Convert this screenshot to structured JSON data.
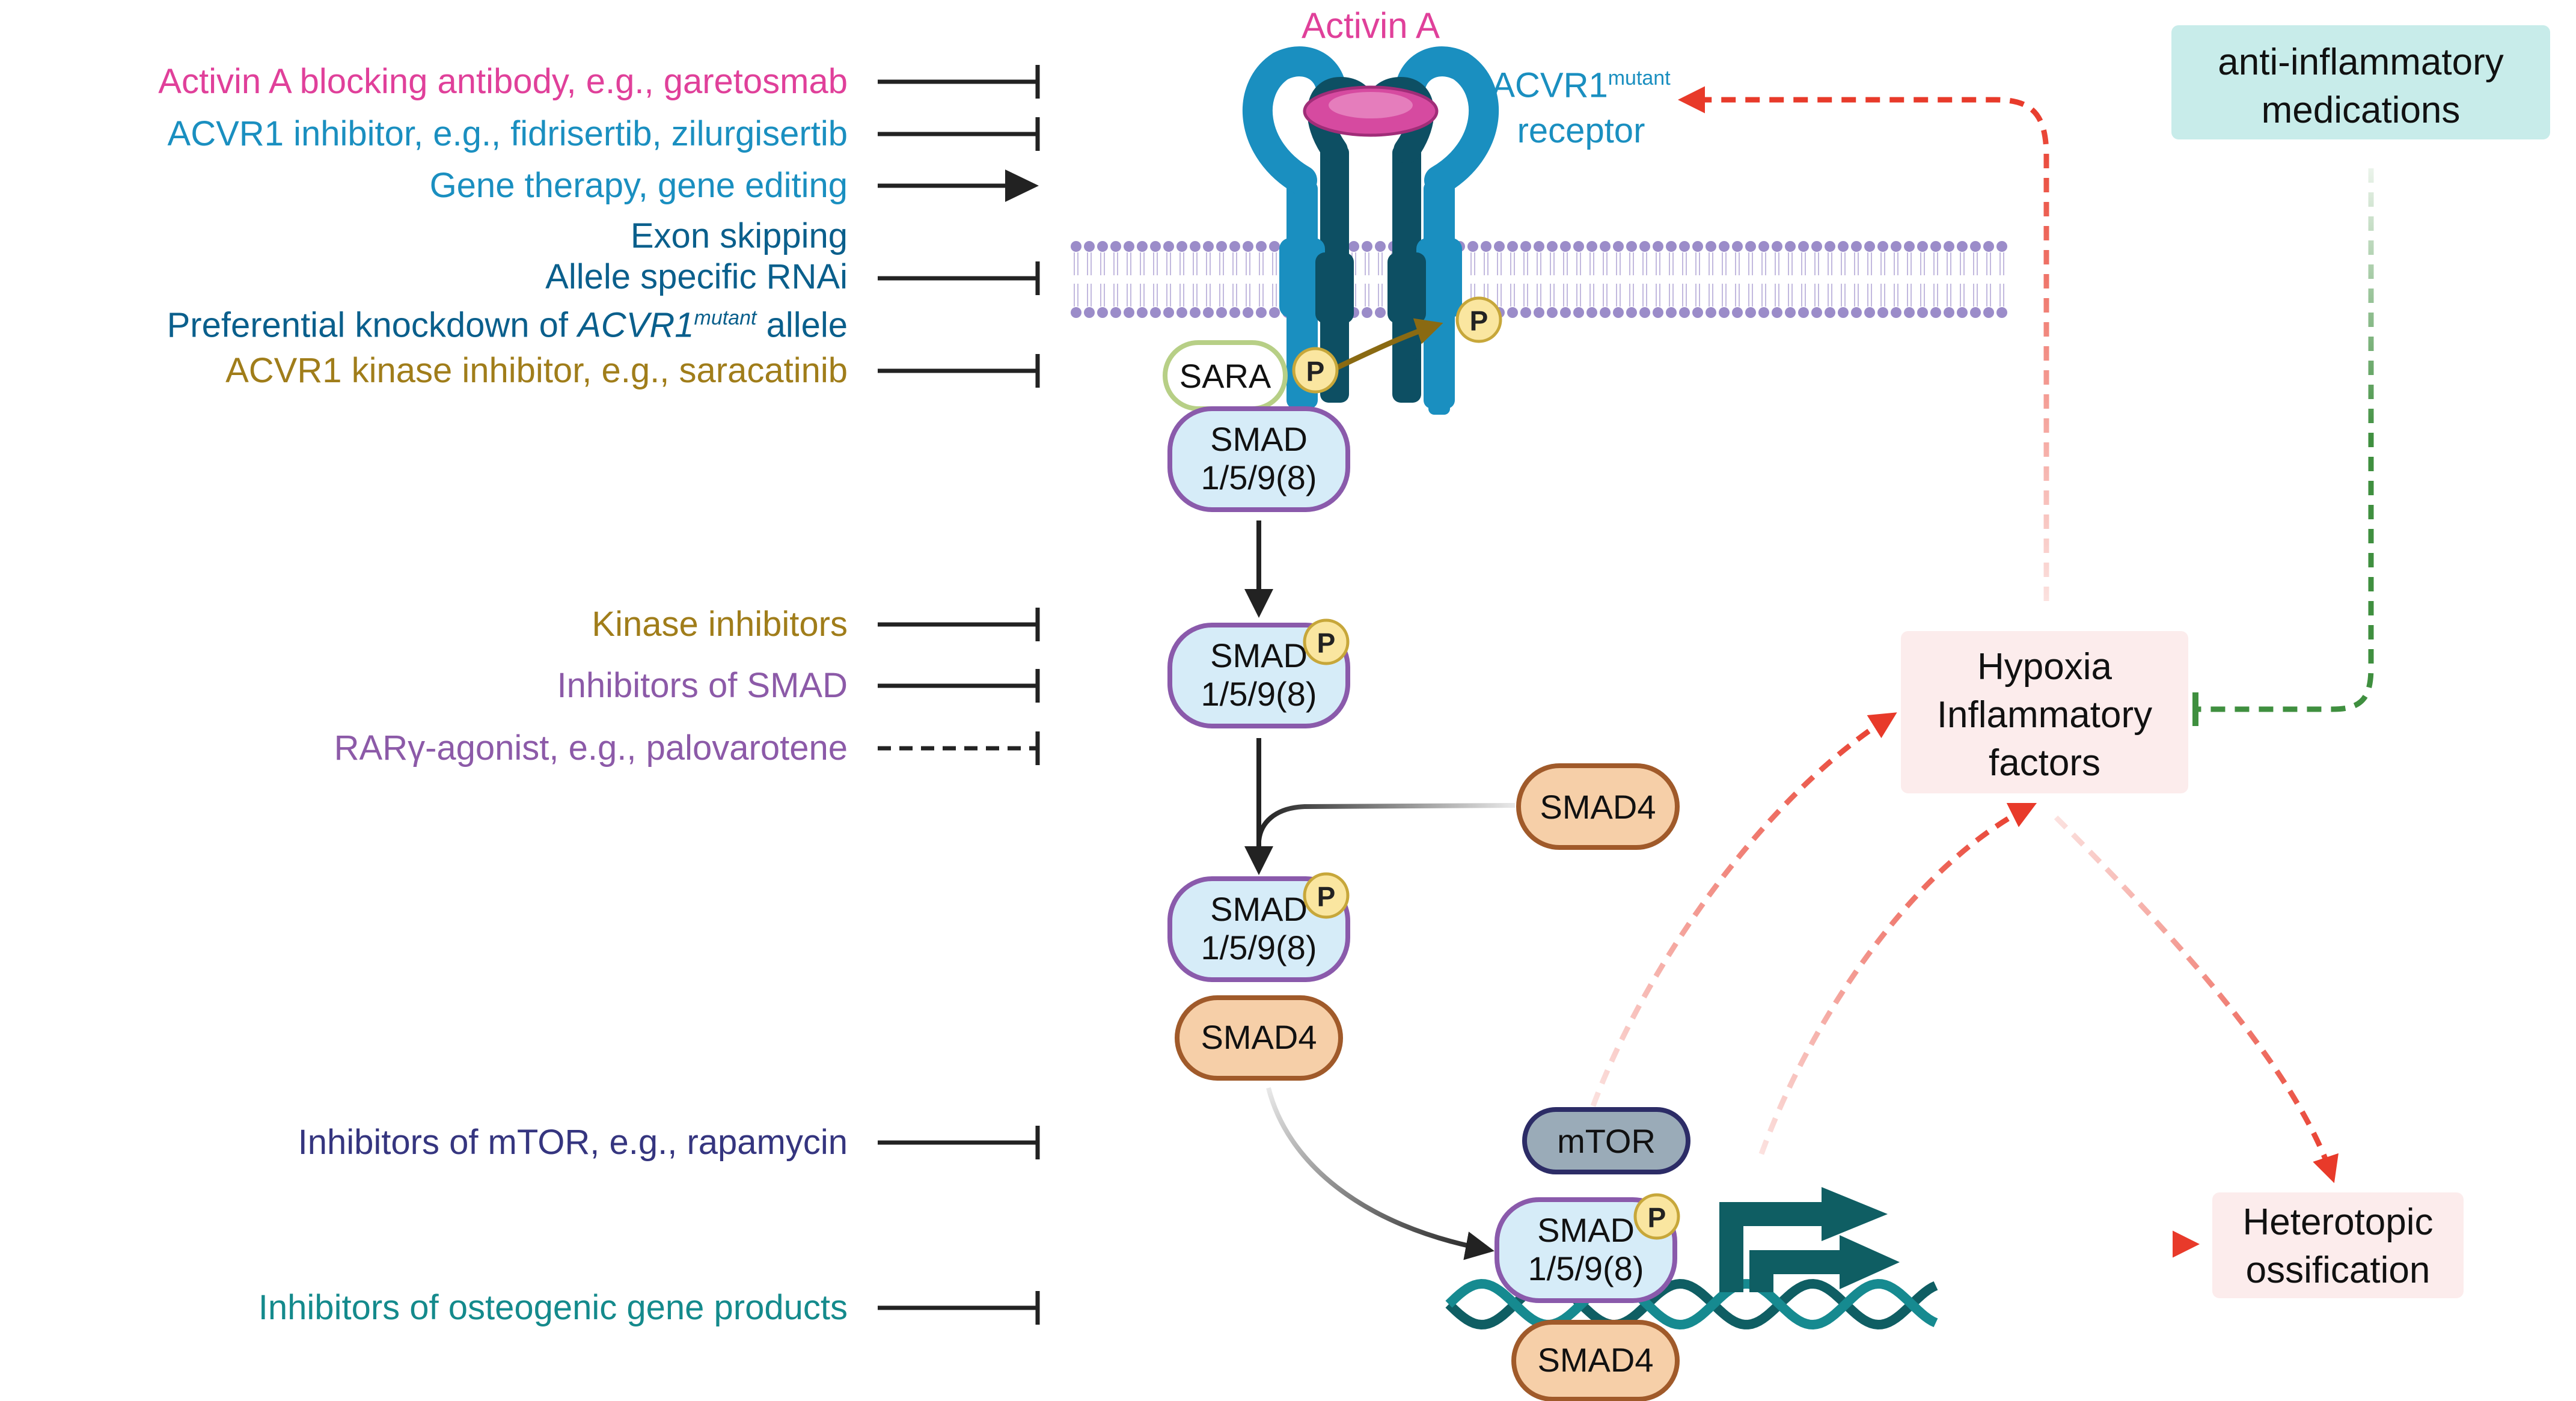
{
  "ligand": {
    "label": "Activin A",
    "color": "#e0409a"
  },
  "receptor": {
    "name": "ACVR1",
    "superscript": "mutant",
    "second_line": "receptor",
    "color": "#1a8fc0"
  },
  "therapies": [
    {
      "id": "activin-antibody",
      "text": "Activin A blocking antibody, e.g., garetosmab",
      "color": "#e0409a",
      "effect": "inhibit"
    },
    {
      "id": "acvr1-inhibitor",
      "text": "ACVR1 inhibitor, e.g., fidrisertib, zilurgisertib",
      "color": "#1a8fc0",
      "effect": "inhibit"
    },
    {
      "id": "gene-therapy",
      "text": "Gene therapy, gene editing",
      "color": "#1a8fc0",
      "effect": "activate"
    },
    {
      "id": "exon-skipping",
      "lines": [
        "Exon skipping",
        "Allele specific RNAi"
      ],
      "pre": "Preferential knockdown of ",
      "italic": "ACVR1",
      "italic_sup": "mutant",
      "post": " allele",
      "color": "#0a5f8c",
      "effect": "inhibit"
    },
    {
      "id": "kinase-saracatinib",
      "text": "ACVR1 kinase inhibitor, e.g., saracatinib",
      "color": "#a07d1a",
      "effect": "inhibit"
    },
    {
      "id": "kinase-inhibitors",
      "text": "Kinase inhibitors",
      "color": "#a07d1a",
      "effect": "inhibit"
    },
    {
      "id": "smad-inhibitors",
      "text": "Inhibitors of SMAD",
      "color": "#8c5aa8",
      "effect": "inhibit"
    },
    {
      "id": "rar-agonist",
      "text": "RARγ-agonist, e.g., palovarotene",
      "color": "#8c5aa8",
      "effect": "inhibit-dashed"
    },
    {
      "id": "mtor-inhibitors",
      "text": "Inhibitors of mTOR, e.g., rapamycin",
      "color": "#35357f",
      "effect": "inhibit"
    },
    {
      "id": "osteogenic-inhibitors",
      "text": "Inhibitors of osteogenic gene products",
      "color": "#148a8c",
      "effect": "inhibit"
    }
  ],
  "nodes": {
    "sara": "SARA",
    "smad_line1": "SMAD",
    "smad_line2": "1/5/9(8)",
    "smad4": "SMAD4",
    "mtor": "mTOR",
    "phospho": "P"
  },
  "boxes": {
    "anti_inflammatory": [
      "anti-inflammatory",
      "medications"
    ],
    "hypoxia": [
      "Hypoxia",
      "Inflammatory",
      "factors"
    ],
    "ossification": [
      "Heterotopic",
      "ossification"
    ]
  },
  "colors": {
    "membrane": "#9b8cc9",
    "receptor_dark": "#0d4f63",
    "receptor_light": "#1a8fc0",
    "smad_fill": "#d6ecf8",
    "smad_stroke": "#8a5aab",
    "smad4_fill": "#f6cfa8",
    "smad4_stroke": "#a05a2a",
    "phospho_fill": "#fae6a0",
    "red_arrow": "#e83a2a",
    "green_dash": "#3f8f3f",
    "dna": "#0f5e63"
  }
}
